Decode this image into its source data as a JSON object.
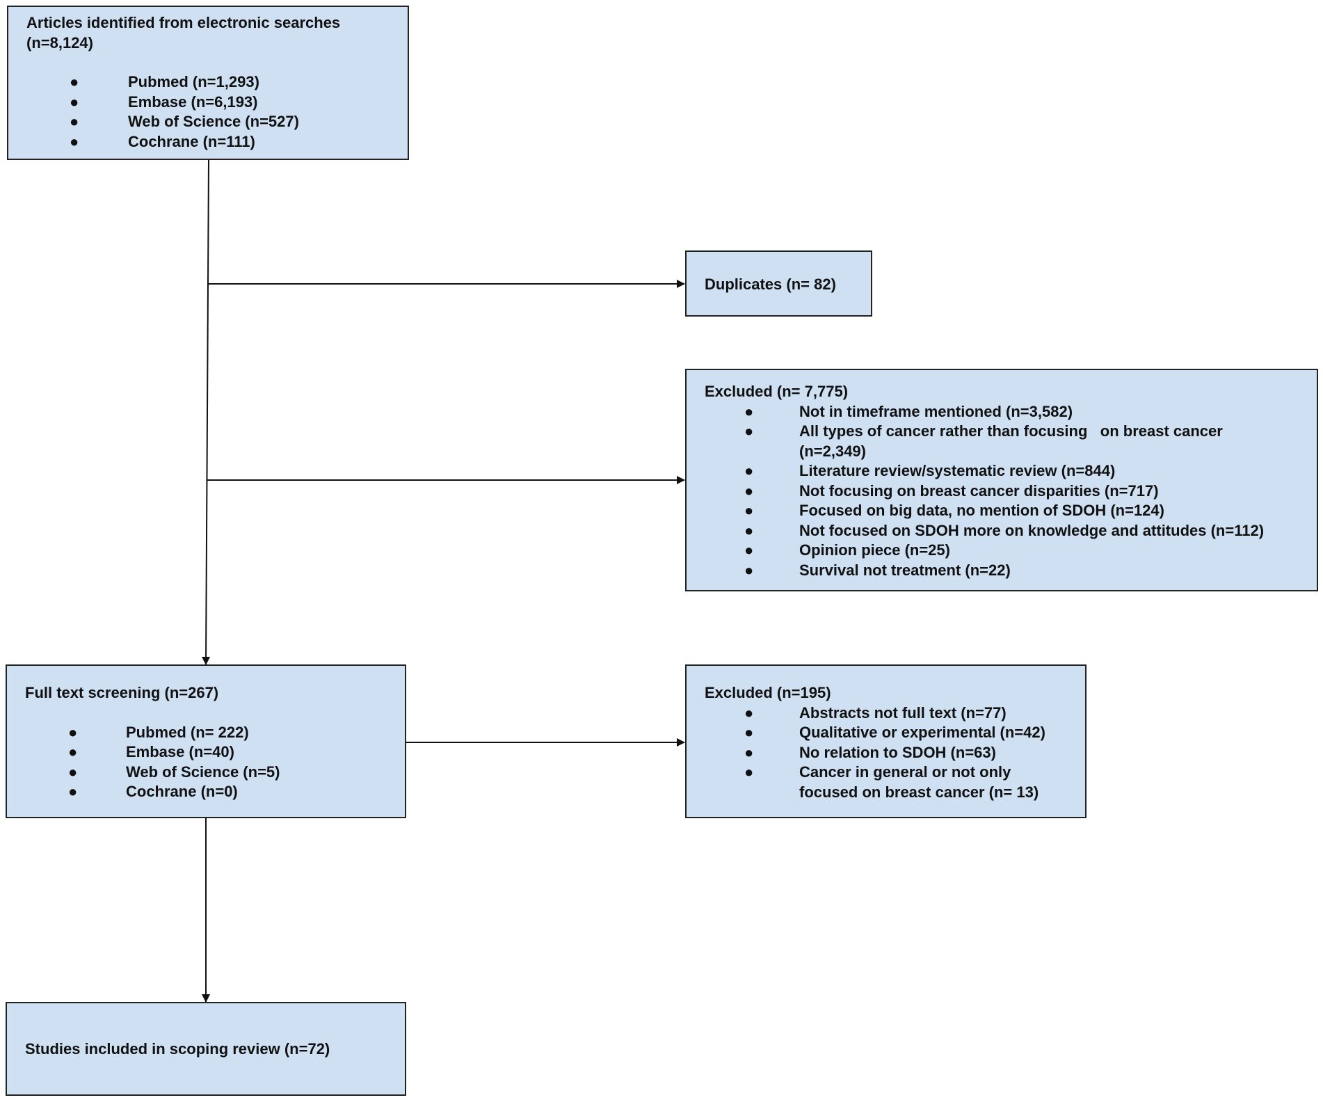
{
  "search": {
    "title_line1": "Articles identified from electronic searches",
    "title_line2": "(n=8,124)",
    "items": [
      "Pubmed (n=1,293)",
      "Embase (n=6,193)",
      "Web of Science (n=527)",
      "Cochrane (n=111)"
    ]
  },
  "duplicates": {
    "label": "Duplicates (n= 82)"
  },
  "excluded1": {
    "title": "Excluded (n= 7,775)",
    "items": [
      "Not in timeframe mentioned (n=3,582)",
      "All types of cancer rather than focusing   on breast cancer",
      "(n=2,349)",
      "Literature review/systematic review (n=844)",
      "Not focusing on breast cancer disparities (n=717)",
      "Focused on big data, no mention of SDOH (n=124)",
      "Not focused on SDOH more on knowledge and attitudes (n=112)",
      "Opinion piece (n=25)",
      "Survival not treatment (n=22)"
    ]
  },
  "fulltext": {
    "title": "Full text screening (n=267)",
    "items": [
      "Pubmed (n= 222)",
      "Embase (n=40)",
      "Web of Science (n=5)",
      "Cochrane (n=0)"
    ]
  },
  "excluded2": {
    "title": "Excluded (n=195)",
    "items": [
      "Abstracts not full text (n=77)",
      "Qualitative or experimental (n=42)",
      "No relation to SDOH (n=63)",
      "Cancer in general or not only",
      "focused on breast cancer (n= 13)"
    ]
  },
  "included": {
    "label": "Studies included in scoping review (n=72)"
  },
  "colors": {
    "box_fill": "#cfe0f3",
    "border": "#222222"
  }
}
